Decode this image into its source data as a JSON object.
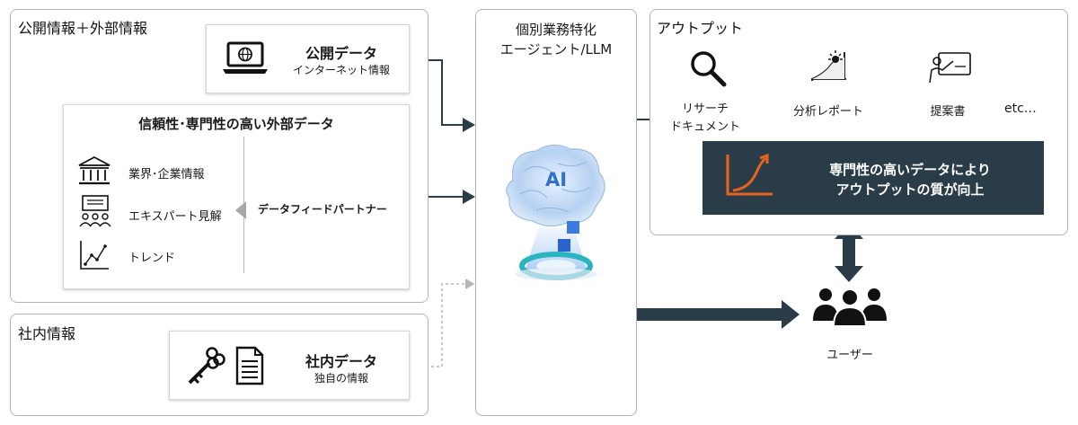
{
  "public_external": {
    "title": "公開情報＋外部情報",
    "public_data": {
      "title": "公開データ",
      "subtitle": "インターネット情報"
    },
    "trusted_data": {
      "title": "信頼性･専門性の高い外部データ",
      "items": [
        {
          "label": "業界･企業情報",
          "icon": "bank-icon"
        },
        {
          "label": "エキスパート見解",
          "icon": "expert-icon"
        },
        {
          "label": "トレンド",
          "icon": "trend-chart-icon"
        }
      ],
      "partner": "データフィードパートナー"
    }
  },
  "internal": {
    "title": "社内情報",
    "internal_data": {
      "title": "社内データ",
      "subtitle": "独自の情報"
    }
  },
  "agent": {
    "title_line1": "個別業務特化",
    "title_line2": "エージェント/LLM",
    "ai_label": "AI"
  },
  "output": {
    "title": "アウトプット",
    "items": [
      {
        "line1": "リサーチ",
        "line2": "ドキュメント",
        "icon": "search-icon"
      },
      {
        "line1": "分析レポート",
        "icon": "report-chart-icon"
      },
      {
        "line1": "提案書",
        "icon": "presentation-icon"
      },
      {
        "line1": "etc…"
      }
    ],
    "banner_line1": "専門性の高いデータにより",
    "banner_line2": "アウトプットの質が向上"
  },
  "user": {
    "label": "ユーザー",
    "icon": "users-icon"
  },
  "colors": {
    "banner_bg": "#2a3c48",
    "accent_orange": "#e8641e",
    "arrow_dark": "#2a3c48",
    "ai_blue": "#2f6fd6"
  }
}
